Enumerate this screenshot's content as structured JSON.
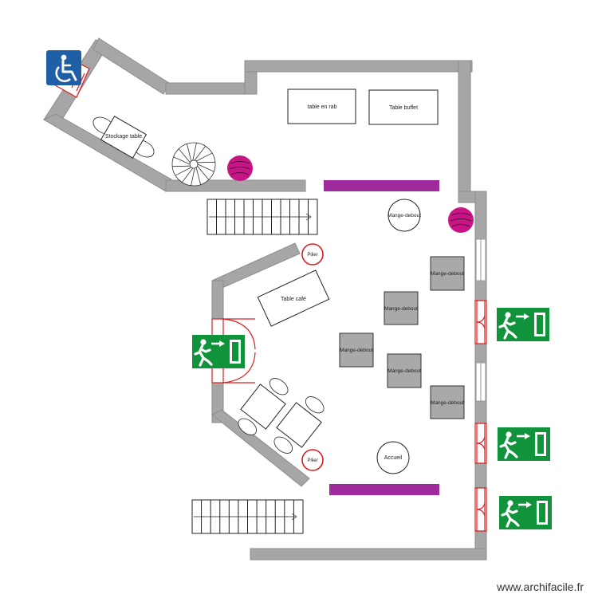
{
  "labels": {
    "table_en_rab": "table en rab",
    "table_buffet": "Table buffet",
    "stockage_table": "Stockage table",
    "table_cafe": "Table café",
    "mange_debout": "Mange-debout",
    "mange_debout_short": "Mange-debout",
    "pilier": "Pilier",
    "accueil": "Accueil"
  },
  "watermark": "www.archifacile.fr",
  "colors": {
    "wall": "#a6a6a6",
    "wall_outline": "#8c8c8c",
    "banquette": "#9e2a9e",
    "pouf": "#c71585",
    "door": "#d81e1e",
    "exit_green": "#10933a",
    "accessibility_blue": "#1f5fa8",
    "grey_table": "#a9a9a9"
  },
  "icons": [
    "accessibility-icon",
    "emergency-exit-icon",
    "spiral-staircase-icon",
    "stairs-icon"
  ]
}
